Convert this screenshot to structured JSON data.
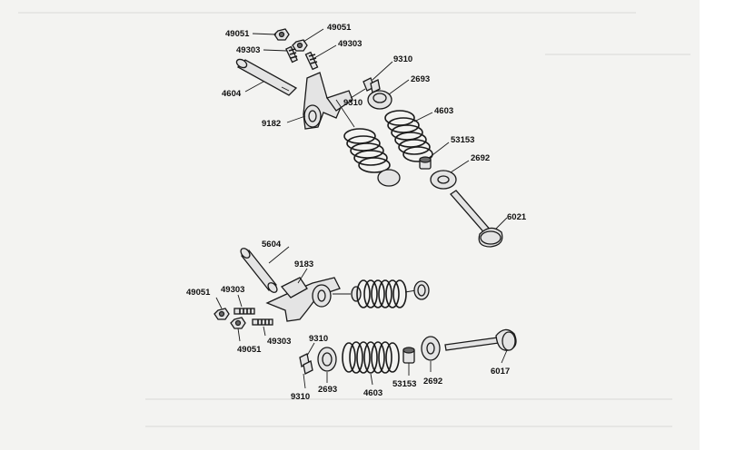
{
  "labels": {
    "upper": {
      "nut_a": "49051",
      "nut_b": "49051",
      "screw_a": "49303",
      "screw_b": "49303",
      "clip_a": "9310",
      "clip_b": "9310",
      "retainer": "2693",
      "shaft": "4604",
      "rocker": "9182",
      "spring": "4603",
      "seal": "53153",
      "seat": "2692",
      "valve": "6021"
    },
    "lower": {
      "shaft": "5604",
      "rocker": "9183",
      "nut_a": "49051",
      "nut_b": "49051",
      "screw_a": "49303",
      "screw_b": "49303",
      "clip_a": "9310",
      "clip_b": "9310",
      "retainer": "2693",
      "spring": "4603",
      "seal": "53153",
      "seat": "2692",
      "valve": "6017"
    }
  }
}
